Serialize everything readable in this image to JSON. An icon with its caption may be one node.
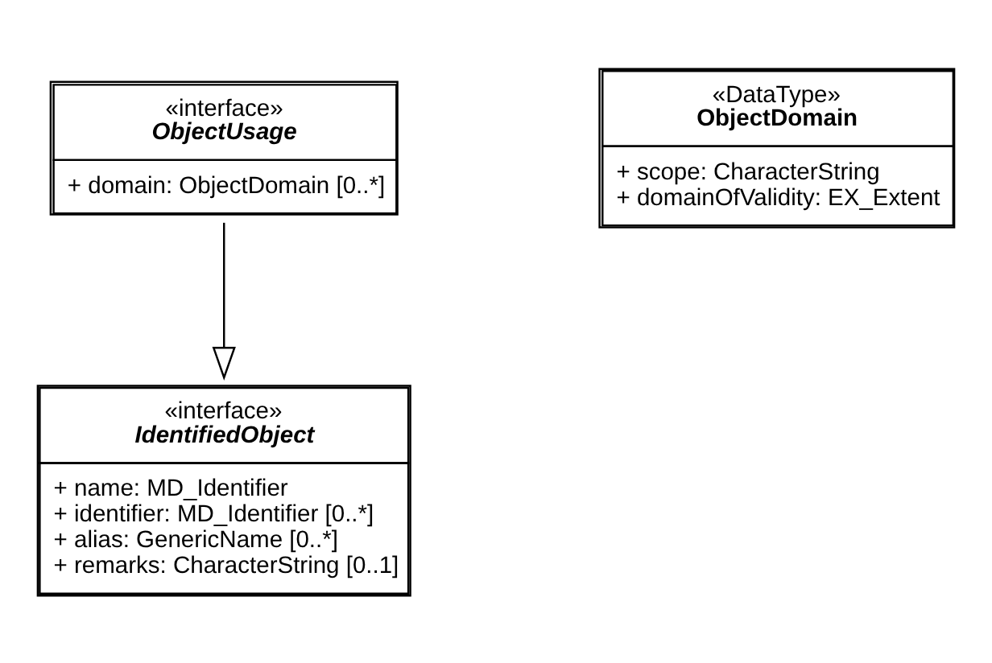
{
  "diagram": {
    "nodes": [
      {
        "text": [
          "«interface»",
          "IdentifiedObject",
          "+ name: MD_Identifier",
          "+ identifier: MD_Identifier [0..*]",
          "+ alias: GenericName [0..*]",
          "+ remarks: CharacterString [0..1]"
        ]
      },
      {
        "text": [
          "«interface»",
          "ObjectUsage",
          "+ domain: ObjectDomain [0..*]"
        ]
      },
      {
        "text": [
          "«DataType»",
          "ObjectDomain",
          "+ scope: CharacterString",
          "+ domainOfValidity: EX_Extent"
        ]
      }
    ],
    "edges": [
      {
        "from": 1,
        "to": 0,
        "arrow": "to"
      }
    ]
  }
}
